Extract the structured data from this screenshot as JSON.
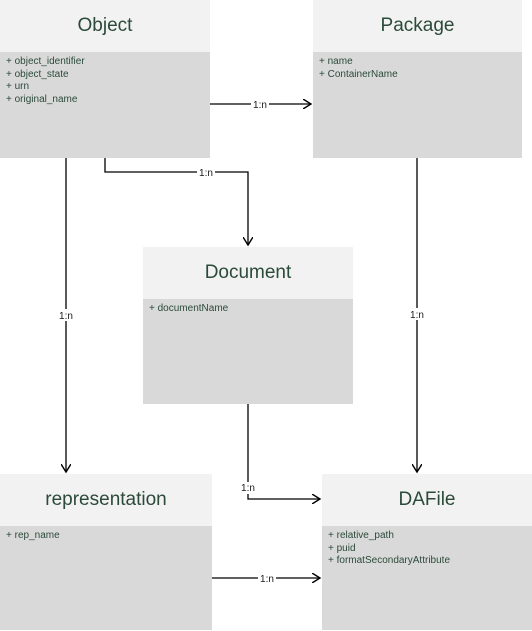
{
  "classes": {
    "object": {
      "name": "Object",
      "attributes": [
        "+ object_identifier",
        "+ object_state",
        "+ urn",
        "+ original_name"
      ]
    },
    "package": {
      "name": "Package",
      "attributes": [
        "+ name",
        "+ ContainerName"
      ]
    },
    "document": {
      "name": "Document",
      "attributes": [
        "+ documentName"
      ]
    },
    "representation": {
      "name": "representation",
      "attributes": [
        "+ rep_name"
      ]
    },
    "dafile": {
      "name": "DAFile",
      "attributes": [
        "+ relative_path",
        "+ puid",
        "+ formatSecondaryAttribute"
      ]
    }
  },
  "edges": {
    "object_package": "1:n",
    "object_document": "1:n",
    "object_representation": "1:n",
    "package_dafile": "1:n",
    "document_dafile": "1:n",
    "representation_dafile": "1:n"
  },
  "colors": {
    "header_bg": "#f2f2f2",
    "body_bg": "#d9d9d9",
    "title_text": "#2b4a3a",
    "line": "#000000"
  }
}
